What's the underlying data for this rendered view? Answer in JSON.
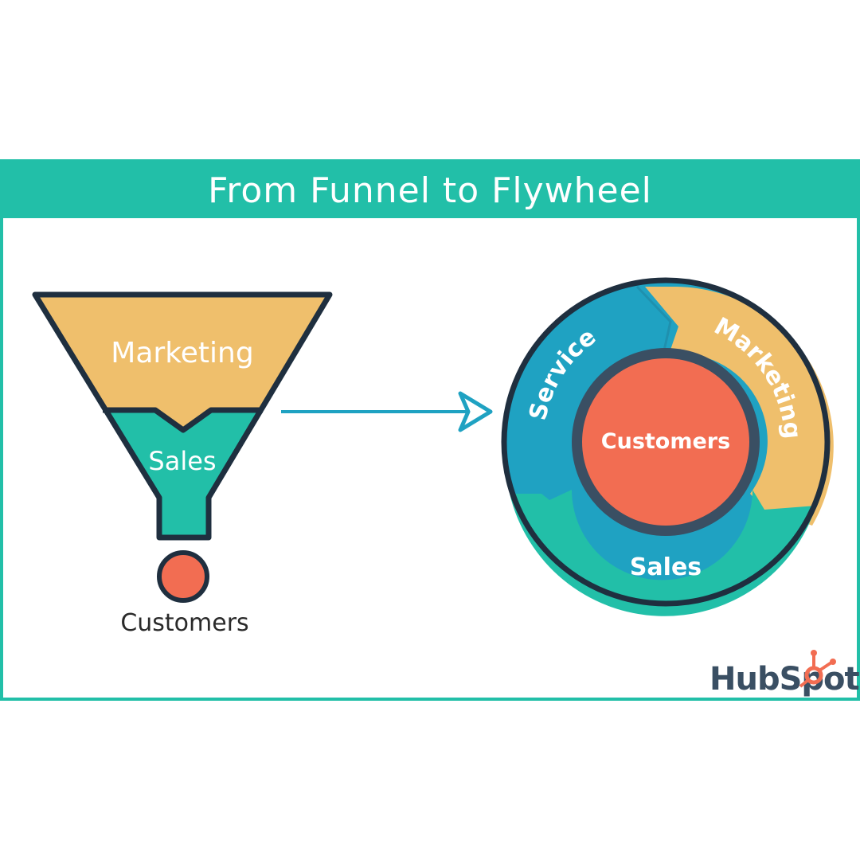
{
  "title": "From Funnel to Flywheel",
  "funnel": {
    "stages": [
      {
        "label": "Marketing",
        "color": "#efbf6c"
      },
      {
        "label": "Sales",
        "color": "#22bfa8"
      }
    ],
    "result": {
      "label": "Customers",
      "color": "#f26d52"
    }
  },
  "flywheel": {
    "segments": [
      {
        "label": "Service",
        "color": "#1fa2c2"
      },
      {
        "label": "Marketing",
        "color": "#efbf6c"
      },
      {
        "label": "Sales",
        "color": "#22bfa8"
      }
    ],
    "center": {
      "label": "Customers",
      "color": "#f26d52",
      "ring_color": "#3a4f63"
    }
  },
  "brand": {
    "wordmark": "HubSpot",
    "text_color": "#3a4f63",
    "accent": "#f26d52"
  },
  "colors": {
    "teal": "#22bfa8",
    "outline": "#1f2f3f"
  }
}
